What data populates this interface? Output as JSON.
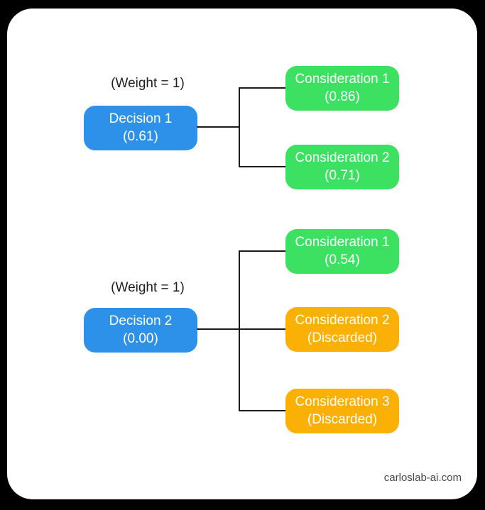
{
  "colors": {
    "frame_bg": "#000000",
    "canvas_bg": "#ffffff",
    "decision_fill": "#2E91E9",
    "consideration_active_fill": "#3DE162",
    "consideration_discarded_fill": "#FBB005",
    "connector": "#1b1b1b",
    "label_text": "#1f1f1f",
    "watermark_text": "#4a4a4a"
  },
  "trees": [
    {
      "weight_label": "(Weight = 1)",
      "decision": {
        "title": "Decision 1",
        "value": "(0.61)"
      },
      "considerations": [
        {
          "title": "Consideration 1",
          "value": "(0.86)",
          "status": "active"
        },
        {
          "title": "Consideration 2",
          "value": "(0.71)",
          "status": "active"
        }
      ]
    },
    {
      "weight_label": "(Weight = 1)",
      "decision": {
        "title": "Decision 2",
        "value": "(0.00)"
      },
      "considerations": [
        {
          "title": "Consideration 1",
          "value": "(0.54)",
          "status": "active"
        },
        {
          "title": "Consideration 2",
          "value": "(Discarded)",
          "status": "discarded"
        },
        {
          "title": "Consideration 3",
          "value": "(Discarded)",
          "status": "discarded"
        }
      ]
    }
  ],
  "footer": {
    "watermark": "carloslab-ai.com"
  }
}
